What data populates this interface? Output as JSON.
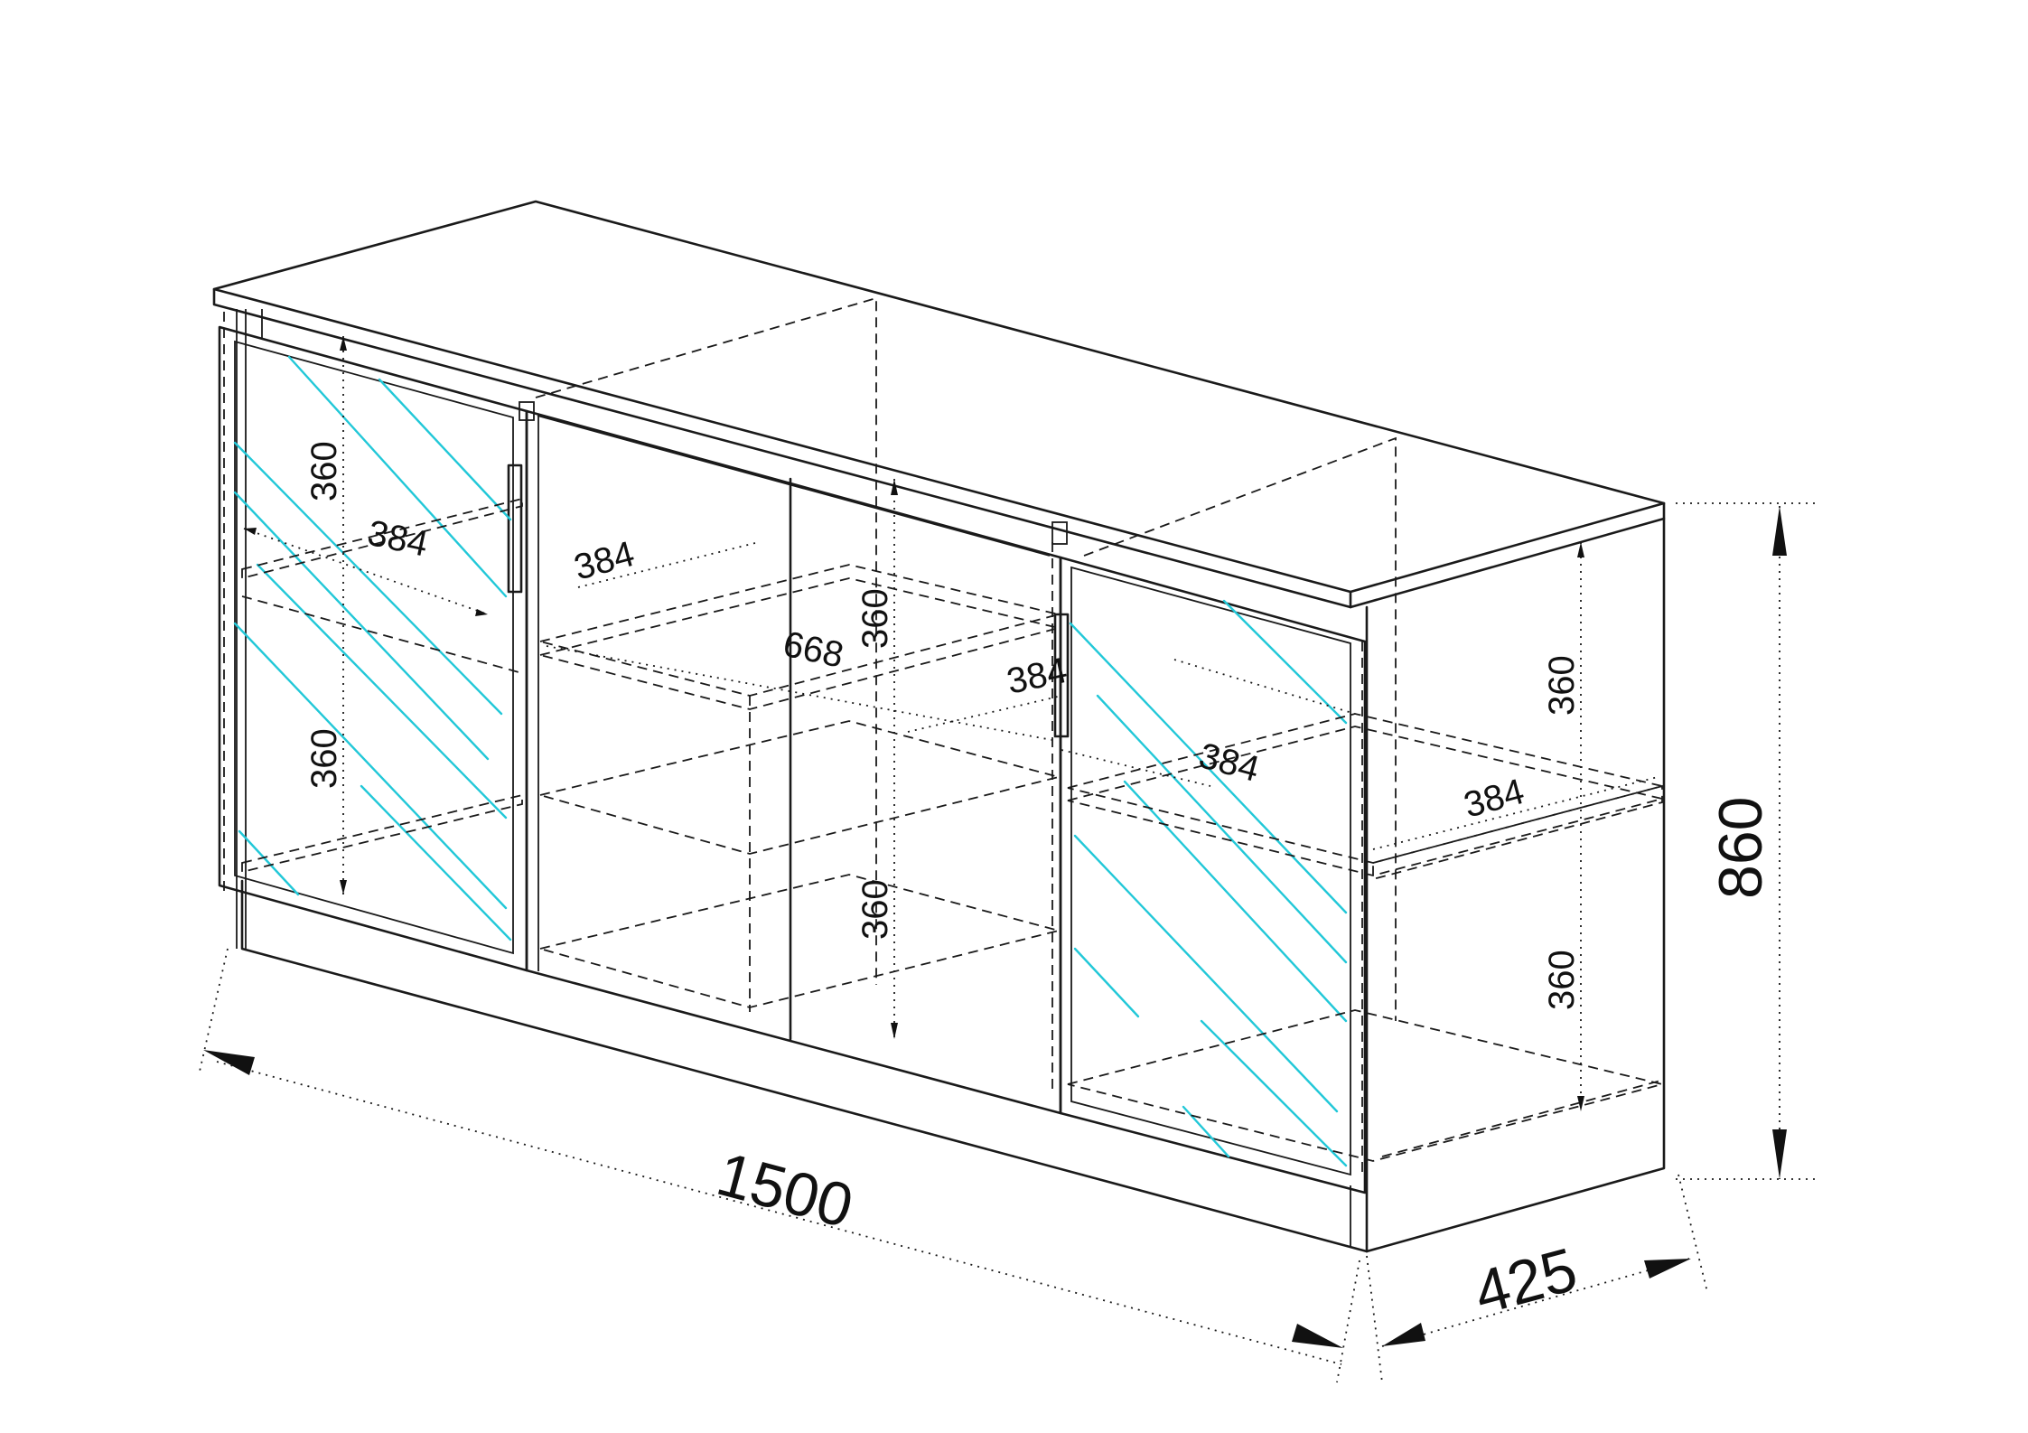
{
  "drawing": {
    "overall_dimensions": {
      "width": "1500",
      "depth": "425",
      "height": "860"
    },
    "inner_dimensions": {
      "left_upper_height": "360",
      "left_lower_height": "360",
      "left_shelf_depth": "384",
      "center_left_depth": "384",
      "center_width": "668",
      "center_upper_height": "360",
      "center_lower_height": "360",
      "right_front_depth": "384",
      "right_inner_depth": "384",
      "right_shelf_depth": "384",
      "right_upper_height": "360",
      "right_lower_height": "360"
    },
    "colors": {
      "line": "#1a1a1a",
      "glass_hatch": "#22c8d8",
      "background": "#ffffff"
    }
  }
}
